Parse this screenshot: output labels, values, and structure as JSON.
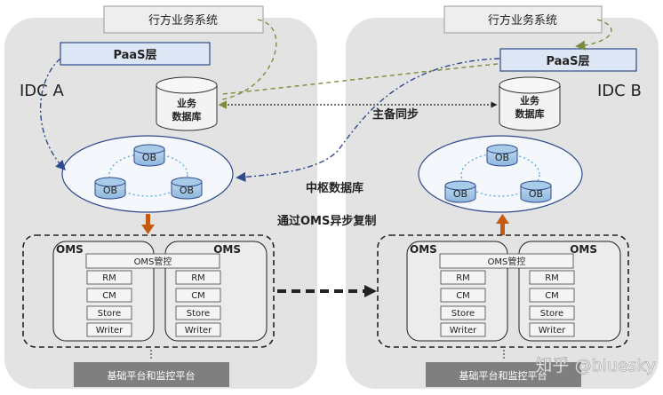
{
  "idc_a": {
    "label": "IDC A",
    "business_system": "行方业务系统",
    "paas": "PaaS层",
    "business_db": [
      "业务",
      "数据库"
    ],
    "ob_nodes": [
      "OB",
      "OB",
      "OB"
    ],
    "oms_left": "OMS",
    "oms_right": "OMS",
    "oms_control": "OMS管控",
    "components_left": [
      "RM",
      "CM",
      "Store",
      "Writer"
    ],
    "components_right": [
      "RM",
      "CM",
      "Store",
      "Writer"
    ],
    "platform": "基础平台和监控平台"
  },
  "idc_b": {
    "label": "IDC B",
    "business_system": "行方业务系统",
    "paas": "PaaS层",
    "business_db": [
      "业务",
      "数据库"
    ],
    "ob_nodes": [
      "OB",
      "OB",
      "OB"
    ],
    "oms_left": "OMS",
    "oms_right": "OMS",
    "oms_control": "OMS管控",
    "components_left": [
      "RM",
      "CM",
      "Store",
      "Writer"
    ],
    "components_right": [
      "RM",
      "CM",
      "Store",
      "Writer"
    ],
    "platform": "基础平台和监控平台"
  },
  "labels": {
    "primary_standby_sync": "主备同步",
    "central_db": "中枢数据库",
    "async_replication": "通过OMS异步复制"
  },
  "watermark": "知乎 @bluesky",
  "colors": {
    "panel": "#e3e3e3",
    "box_border": "#2f4a8a",
    "ob_fill": "#9dc3e6",
    "orange_arrow": "#c55a11",
    "platform_fill": "#7f7f7f",
    "green_dashed": "#7a8c3c"
  }
}
